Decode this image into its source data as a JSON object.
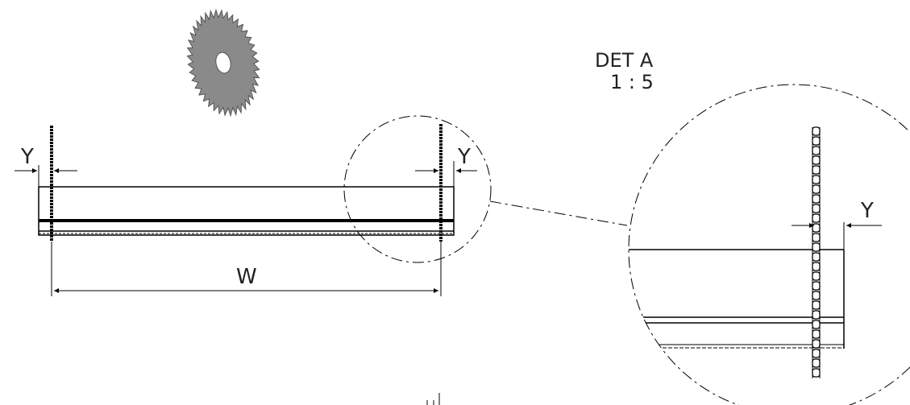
{
  "detail": {
    "title": "DET A",
    "scale": "1 : 5"
  },
  "dimensions": {
    "width_label": "W",
    "gap_label": "Y"
  },
  "colors": {
    "line": "#000000",
    "blade": "#8a8a8a",
    "background": "#ffffff"
  }
}
